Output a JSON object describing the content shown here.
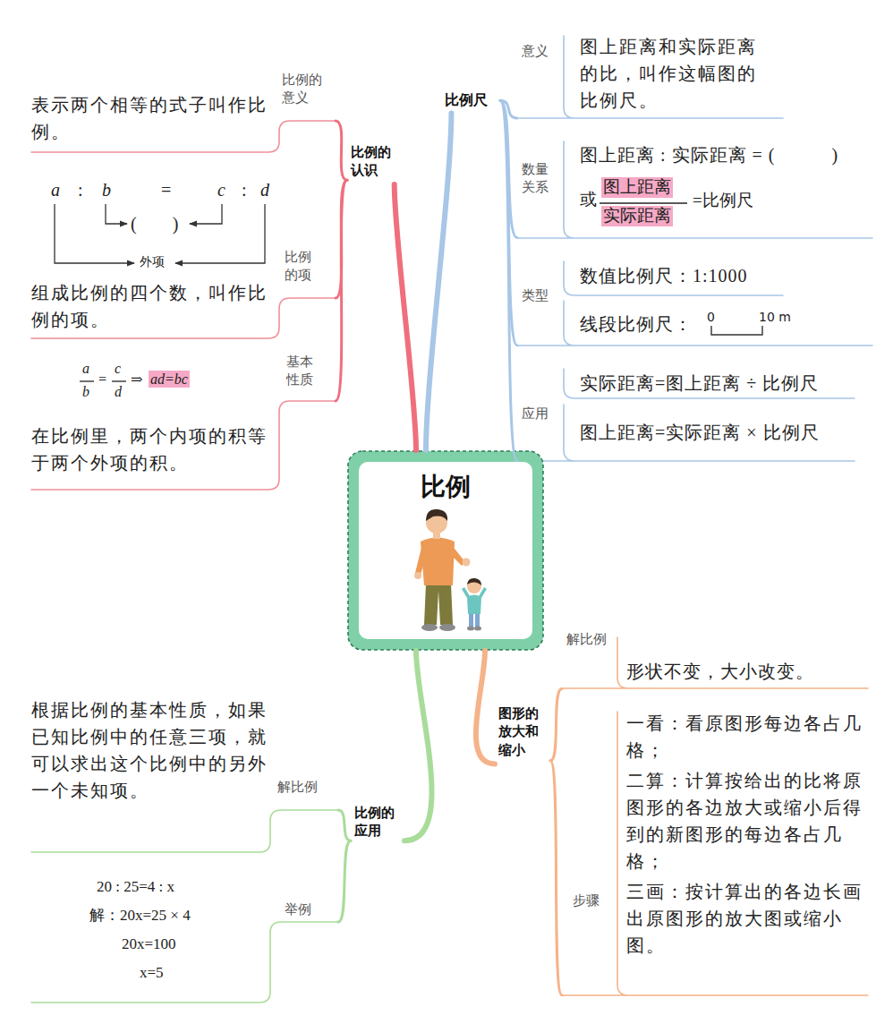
{
  "diagram": {
    "nodes": [
      {
        "text": [
          "比例"
        ]
      },
      {
        "text": [
          "比例的认识"
        ]
      },
      {
        "text": [
          "比例的意义",
          "表示两个相等的式子叫作比例。"
        ]
      },
      {
        "text": [
          "比例的项",
          "组成比例的四个数，叫作比例的项。"
        ]
      },
      {
        "text": [
          "基本性质",
          "在比例里，两个内项的积等于两个外项的积。"
        ]
      },
      {
        "text": [
          "比例尺"
        ]
      },
      {
        "text": [
          "意义",
          "图上距离和实际距离的比，叫作这幅图的比例尺。"
        ]
      },
      {
        "text": [
          "数量关系",
          "图上距离 : 实际距离 = (　　　)"
        ]
      },
      {
        "text": [
          "类型",
          "数值比例尺：1:1000",
          "线段比例尺："
        ]
      },
      {
        "text": [
          "应用",
          "实际距离=图上距离 ÷ 比例尺",
          "图上距离=实际距离 × 比例尺"
        ]
      },
      {
        "text": [
          "比例的应用"
        ]
      },
      {
        "text": [
          "解比例",
          "根据比例的基本性质，如果已知比例中的任意三项，就可以求出这个比例中的另外一个未知项。"
        ]
      },
      {
        "text": [
          "举例",
          "20 : 25=4 : x",
          "解：20x=25 × 4",
          "20x=100",
          "x=5"
        ]
      },
      {
        "text": [
          "图形的放大和缩小"
        ]
      },
      {
        "text": [
          "解比例",
          "形状不变，大小改变。"
        ]
      },
      {
        "text": [
          "步骤",
          "一看：看原图形每边各占几格；",
          "二算：计算按给出的比将原图形的各边放大或缩小后得到的新图形的每边各占几格；",
          "三画：按计算出的各边长画出原图形的放大图或缩小图。"
        ]
      }
    ],
    "edges": [
      {
        "from": 0,
        "to": 1,
        "arrow": "none"
      },
      {
        "from": 1,
        "to": 2,
        "arrow": "none"
      },
      {
        "from": 1,
        "to": 3,
        "arrow": "none"
      },
      {
        "from": 1,
        "to": 4,
        "arrow": "none"
      },
      {
        "from": 0,
        "to": 5,
        "arrow": "none"
      },
      {
        "from": 5,
        "to": 6,
        "arrow": "none"
      },
      {
        "from": 5,
        "to": 7,
        "arrow": "none"
      },
      {
        "from": 5,
        "to": 8,
        "arrow": "none"
      },
      {
        "from": 5,
        "to": 9,
        "arrow": "none"
      },
      {
        "from": 0,
        "to": 10,
        "arrow": "none"
      },
      {
        "from": 10,
        "to": 11,
        "arrow": "none"
      },
      {
        "from": 10,
        "to": 12,
        "arrow": "none"
      },
      {
        "from": 0,
        "to": 13,
        "arrow": "none"
      },
      {
        "from": 13,
        "to": 14,
        "arrow": "none"
      },
      {
        "from": 13,
        "to": 15,
        "arrow": "none"
      }
    ],
    "labels": [
      "a",
      ":",
      "b",
      "=",
      "c",
      ":",
      "d",
      "(　　)",
      "外项",
      "a",
      "b",
      "=",
      "c",
      "d",
      "⇒",
      "ad=bc",
      "或",
      "图上距离",
      "实际距离",
      "=比例尺",
      "0",
      "10 m"
    ]
  }
}
